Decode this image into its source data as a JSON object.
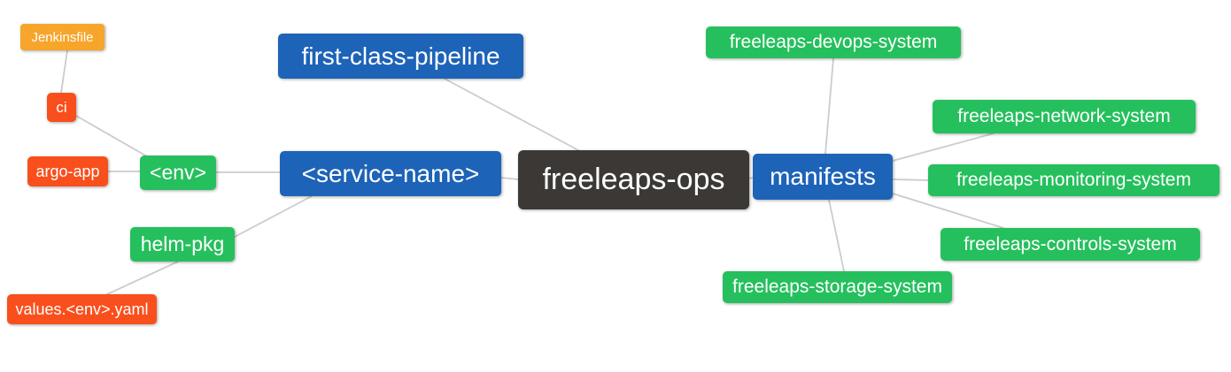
{
  "diagram": {
    "type": "mindmap",
    "root_node": "freeleaps-ops"
  },
  "colors": {
    "root_bg": "#3b3835",
    "branch_blue": "#1d63b8",
    "leaf_green": "#25c05d",
    "leaf_red": "#f94f1c",
    "leaf_orange": "#f7a52b",
    "edge_gray": "#cccccc",
    "node_text": "#ffffff"
  },
  "nodes": {
    "root": {
      "label": "freeleaps-ops"
    },
    "first_class_pipeline": {
      "label": "first-class-pipeline"
    },
    "service_name": {
      "label": "<service-name>"
    },
    "manifests": {
      "label": "manifests"
    },
    "env": {
      "label": "<env>"
    },
    "helm_pkg": {
      "label": "helm-pkg"
    },
    "ci": {
      "label": "ci"
    },
    "argo_app": {
      "label": "argo-app"
    },
    "jenkinsfile": {
      "label": "Jenkinsfile"
    },
    "values_env_yaml": {
      "label": "values.<env>.yaml"
    },
    "devops_system": {
      "label": "freeleaps-devops-system"
    },
    "network_system": {
      "label": "freeleaps-network-system"
    },
    "monitoring_system": {
      "label": "freeleaps-monitoring-system"
    },
    "controls_system": {
      "label": "freeleaps-controls-system"
    },
    "storage_system": {
      "label": "freeleaps-storage-system"
    }
  },
  "edges": [
    {
      "from": "root",
      "to": "first_class_pipeline"
    },
    {
      "from": "root",
      "to": "service_name"
    },
    {
      "from": "root",
      "to": "manifests"
    },
    {
      "from": "service_name",
      "to": "env"
    },
    {
      "from": "service_name",
      "to": "helm_pkg"
    },
    {
      "from": "env",
      "to": "ci"
    },
    {
      "from": "env",
      "to": "argo_app"
    },
    {
      "from": "ci",
      "to": "jenkinsfile"
    },
    {
      "from": "helm_pkg",
      "to": "values_env_yaml"
    },
    {
      "from": "manifests",
      "to": "devops_system"
    },
    {
      "from": "manifests",
      "to": "network_system"
    },
    {
      "from": "manifests",
      "to": "monitoring_system"
    },
    {
      "from": "manifests",
      "to": "controls_system"
    },
    {
      "from": "manifests",
      "to": "storage_system"
    }
  ]
}
